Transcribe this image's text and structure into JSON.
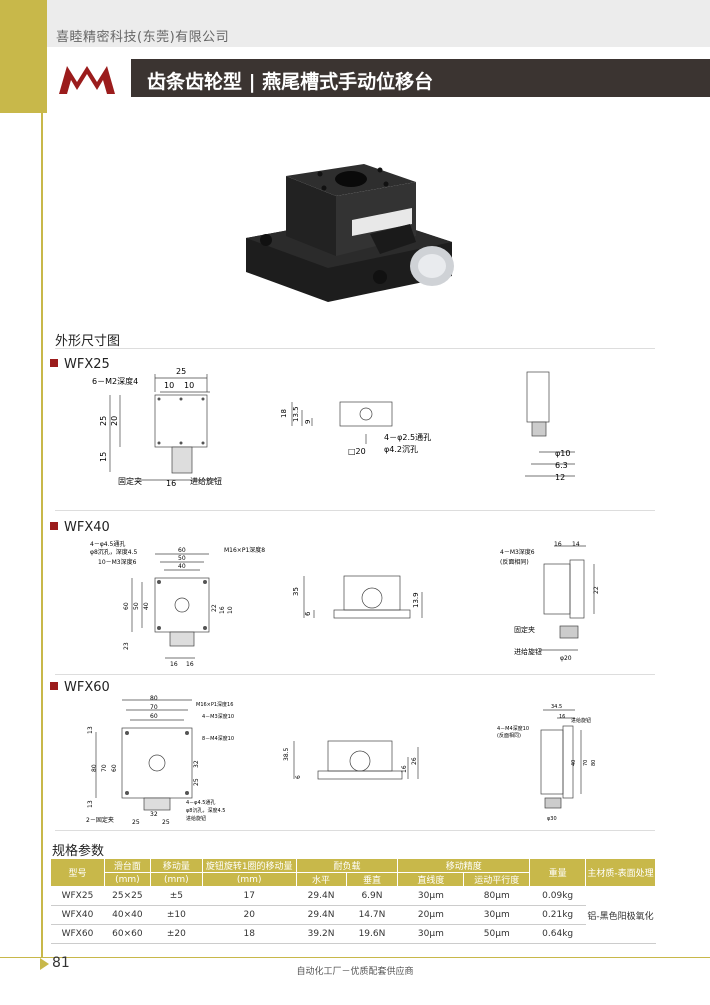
{
  "header": {
    "company": "喜睦精密科技(东莞)有限公司",
    "title": "齿条齿轮型 | 燕尾槽式手动位移台"
  },
  "colors": {
    "accent": "#c8b84a",
    "title_bar": "#3b3431",
    "logo_red": "#9b1c1c"
  },
  "sections": {
    "dimensions": "外形尺寸图",
    "spec": "规格参数"
  },
  "models": {
    "wfx25": {
      "name": "WFX25",
      "top": {
        "w": "25",
        "d10a": "10",
        "d10b": "10",
        "holes": "6－M2深度4",
        "h25": "25",
        "h20": "20",
        "h15": "15",
        "fix": "固定夹",
        "d16": "16",
        "knob": "进给旋钮"
      },
      "front": {
        "h18": "18",
        "h135": "13.5",
        "h9": "9",
        "sq20": "□20",
        "holes1": "4－φ2.5通孔",
        "holes2": "φ4.2沉孔"
      },
      "side": {
        "d10": "φ10",
        "d63": "6.3",
        "d12": "12"
      }
    },
    "wfx40": {
      "name": "WFX40",
      "top": {
        "holes1": "4－φ4.5通孔",
        "holes2": "φ8沉孔，深度4.5",
        "holes3": "10－M3深度6",
        "w60": "60",
        "w50": "50",
        "w40": "40",
        "thread": "M16×P1深度8",
        "h60": "60",
        "h50": "50",
        "h40": "40",
        "h22": "22",
        "h16": "16",
        "h10": "10",
        "h23": "23",
        "b16a": "16",
        "b16b": "16"
      },
      "front": {
        "h35": "35",
        "h6": "6",
        "h139": "13.9"
      },
      "side": {
        "w16": "16",
        "w14": "14",
        "holes": "4－M3深度6",
        "holes_note": "(反面相同)",
        "h22": "22",
        "fix": "固定夹",
        "knob": "进给旋钮",
        "d20": "φ20"
      }
    },
    "wfx60": {
      "name": "WFX60",
      "top": {
        "w80": "80",
        "w70": "70",
        "w60": "60",
        "thread": "M16×P1深度16",
        "m3": "4－M3深度10",
        "m4": "8－M4深度10",
        "h13a": "13",
        "h80": "80",
        "h70": "70",
        "h60": "60",
        "h32": "32",
        "h25": "25",
        "h13b": "13",
        "holes1": "4－φ4.5通孔",
        "holes2": "φ8沉孔，深度4.5",
        "fix": "2－固定夹",
        "b32": "32",
        "b25a": "25",
        "b25b": "25",
        "knob": "进给旋钮"
      },
      "front": {
        "h385": "38.5",
        "h6": "6",
        "h16": "16",
        "h26": "26"
      },
      "side": {
        "w345": "34.5",
        "w16": "16",
        "holes": "4－M4深度10",
        "holes_note": "(反面相同)",
        "knob": "进给旋钮",
        "h40": "40",
        "h70": "70",
        "h80": "80",
        "d30": "φ30"
      }
    }
  },
  "spec_table": {
    "headers": {
      "model": "型号",
      "table": "滑台面",
      "table_unit": "(mm)",
      "travel": "移动量",
      "travel_unit": "(mm)",
      "per_turn": "旋钮旋转1圈的移动量",
      "per_turn_unit": "(mm)",
      "load": "耐负载",
      "load_h": "水平",
      "load_v": "垂直",
      "accuracy": "移动精度",
      "acc_straight": "直线度",
      "acc_parallel": "运动平行度",
      "weight": "重量",
      "material": "主材质-表面处理"
    },
    "rows": [
      {
        "model": "WFX25",
        "table": "25×25",
        "travel": "±5",
        "per_turn": "17",
        "load_h": "29.4N",
        "load_v": "6.9N",
        "straight": "30μm",
        "parallel": "80μm",
        "weight": "0.09kg"
      },
      {
        "model": "WFX40",
        "table": "40×40",
        "travel": "±10",
        "per_turn": "20",
        "load_h": "29.4N",
        "load_v": "14.7N",
        "straight": "20μm",
        "parallel": "30μm",
        "weight": "0.21kg"
      },
      {
        "model": "WFX60",
        "table": "60×60",
        "travel": "±20",
        "per_turn": "18",
        "load_h": "39.2N",
        "load_v": "19.6N",
        "straight": "30μm",
        "parallel": "50μm",
        "weight": "0.64kg"
      }
    ],
    "material": "铝-黑色阳极氧化"
  },
  "footer": {
    "page": "81",
    "text": "自动化工厂－优质配套供应商"
  }
}
